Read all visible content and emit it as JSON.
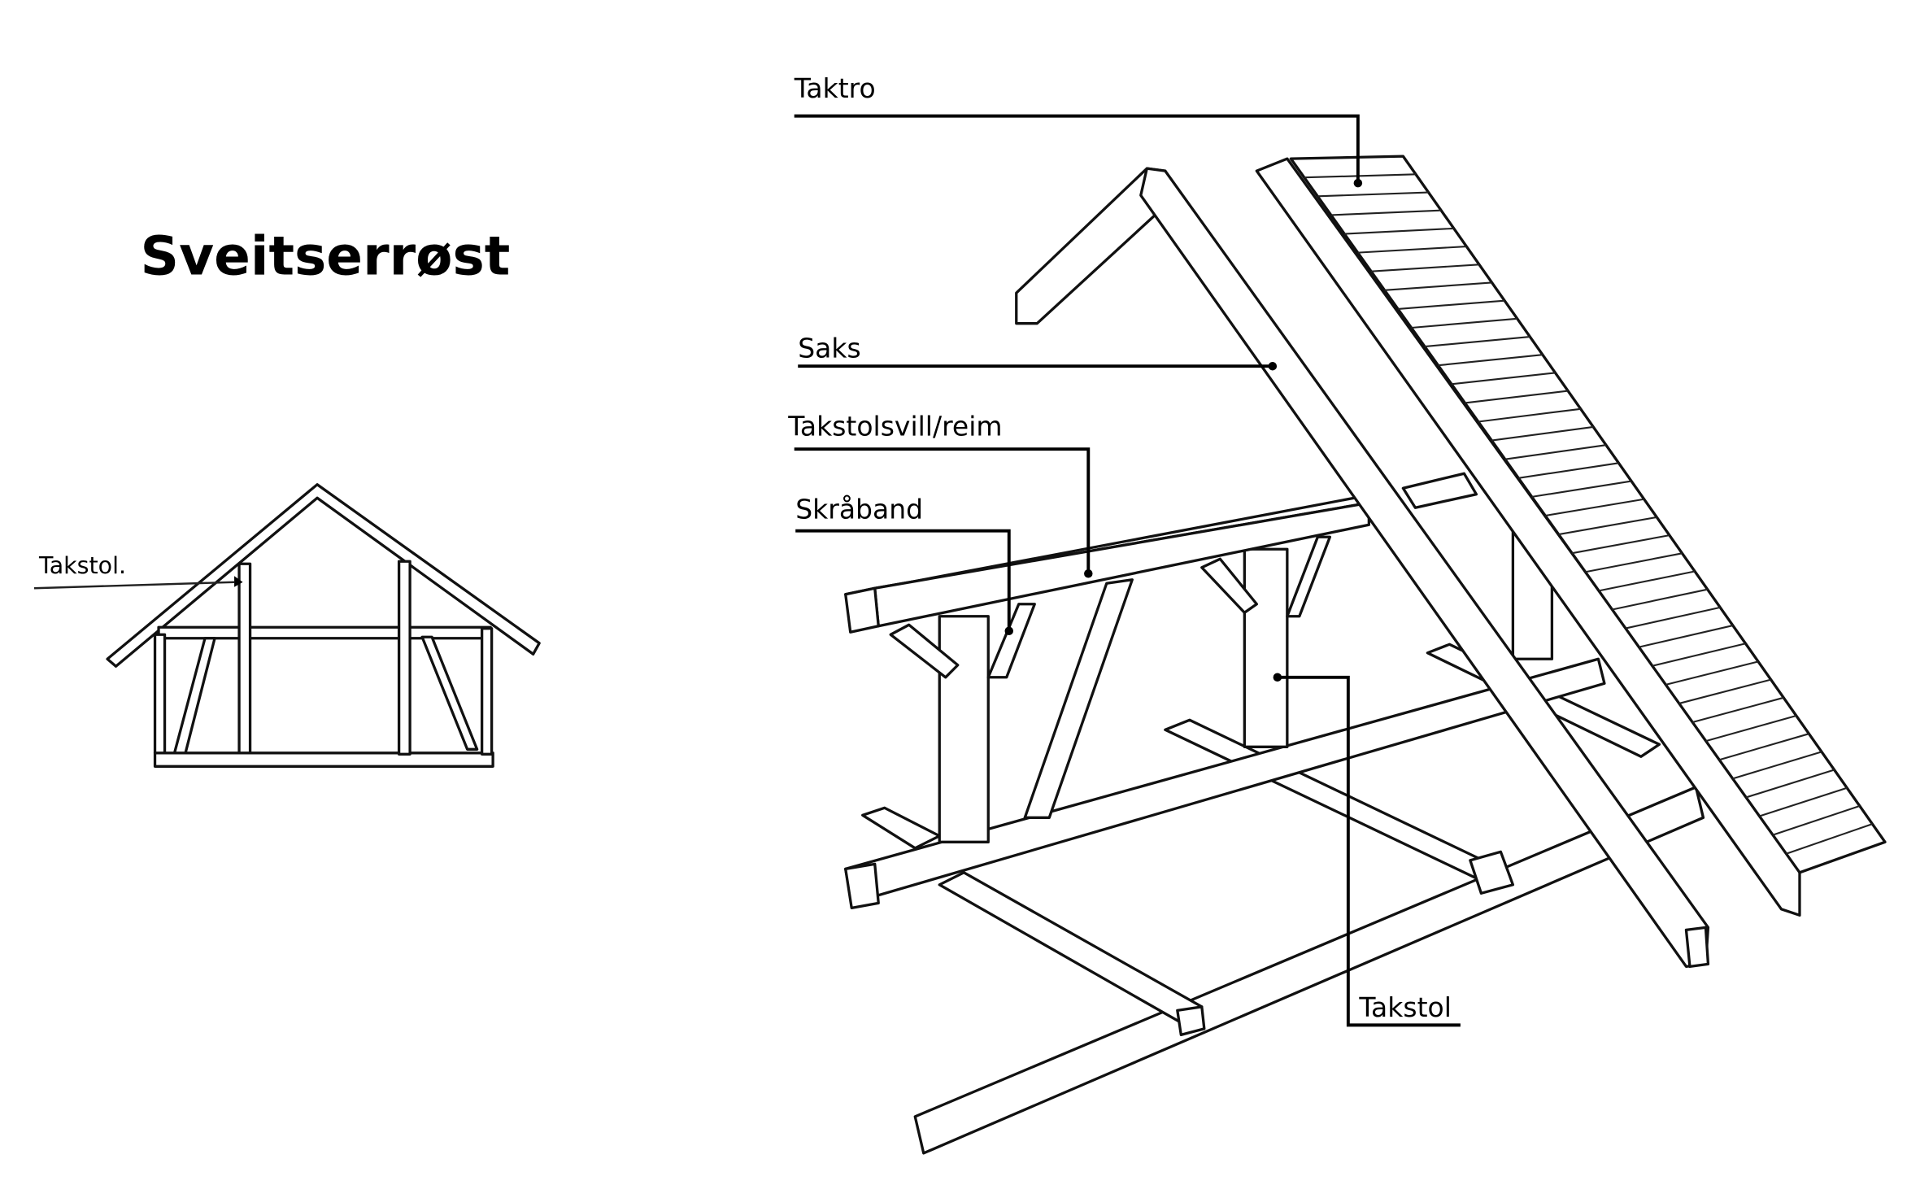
{
  "title": "Sveitserrøst",
  "small_diagram": {
    "label": "Takstol."
  },
  "labels": {
    "taktro": "Taktro",
    "saks": "Saks",
    "takstolsvill": "Takstolsvill/reim",
    "skraband": "Skråband",
    "takstol": "Takstol"
  }
}
